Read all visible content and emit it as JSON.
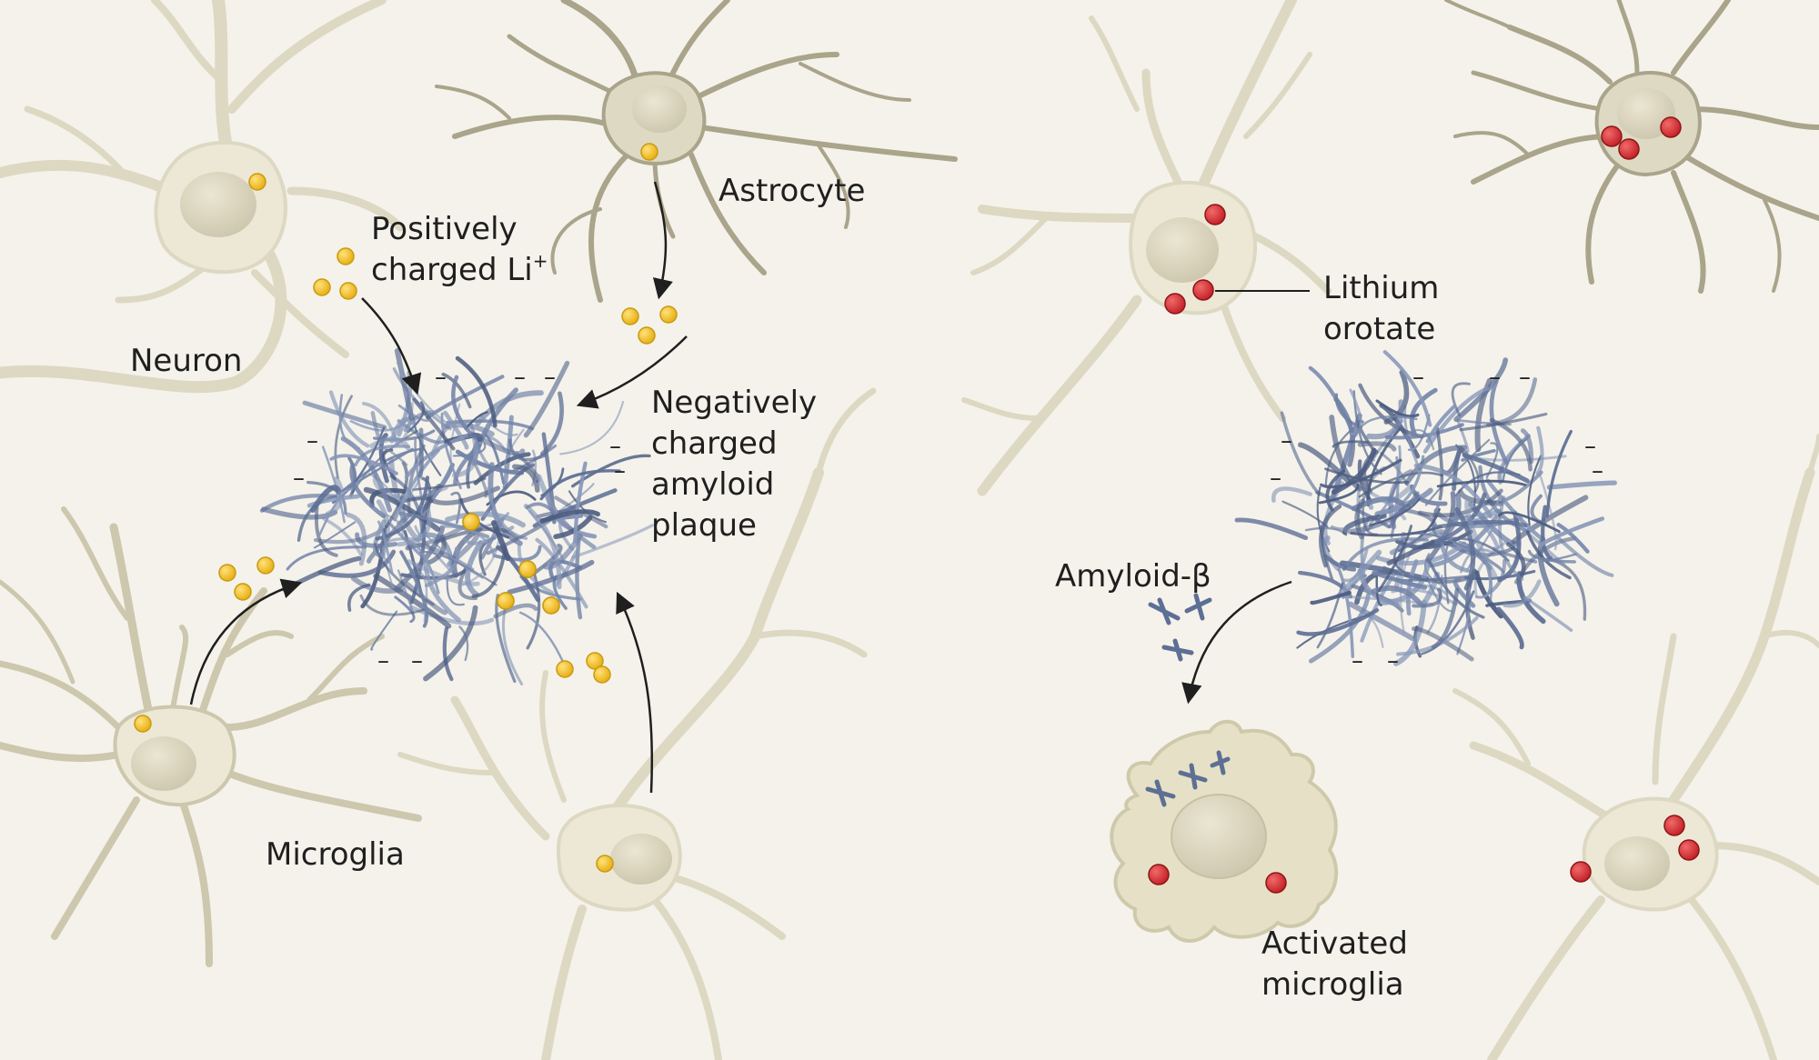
{
  "labels": {
    "neuron": "Neuron",
    "astrocyte": "Astrocyte",
    "microglia": "Microglia",
    "li_line1": "Positively",
    "li_line2": "charged Li",
    "li_sup": "+",
    "plaque_line1": "Negatively",
    "plaque_line2": "charged",
    "plaque_line3": "amyloid",
    "plaque_line4": "plaque",
    "lithium_line1": "Lithium",
    "lithium_line2": "orotate",
    "amyloid_beta": "Amyloid-β",
    "activated_line1": "Activated",
    "activated_line2": "microglia"
  },
  "charge_symbol": "–",
  "colors": {
    "background": "#f4f2ea",
    "cell_fill": "#ece8d5",
    "cell_stroke": "#cfc9b0",
    "nucleus": "#d8d2bb",
    "astrocyte_fill": "#ddd9c2",
    "astrocyte_stroke": "#a9a48a",
    "plaque": "#5e6f95",
    "plaque_light": "#8797b8",
    "li_ion": "#f2c01e",
    "lithium_orotate": "#d42a2e",
    "activated_microglia": "#e6e1c6"
  },
  "icons": [
    "neuron-icon",
    "astrocyte-icon",
    "microglia-icon",
    "amyloid-plaque-icon",
    "li-ion-icon",
    "lithium-orotate-icon",
    "amyloid-beta-fragment-icon",
    "activated-microglia-icon"
  ]
}
